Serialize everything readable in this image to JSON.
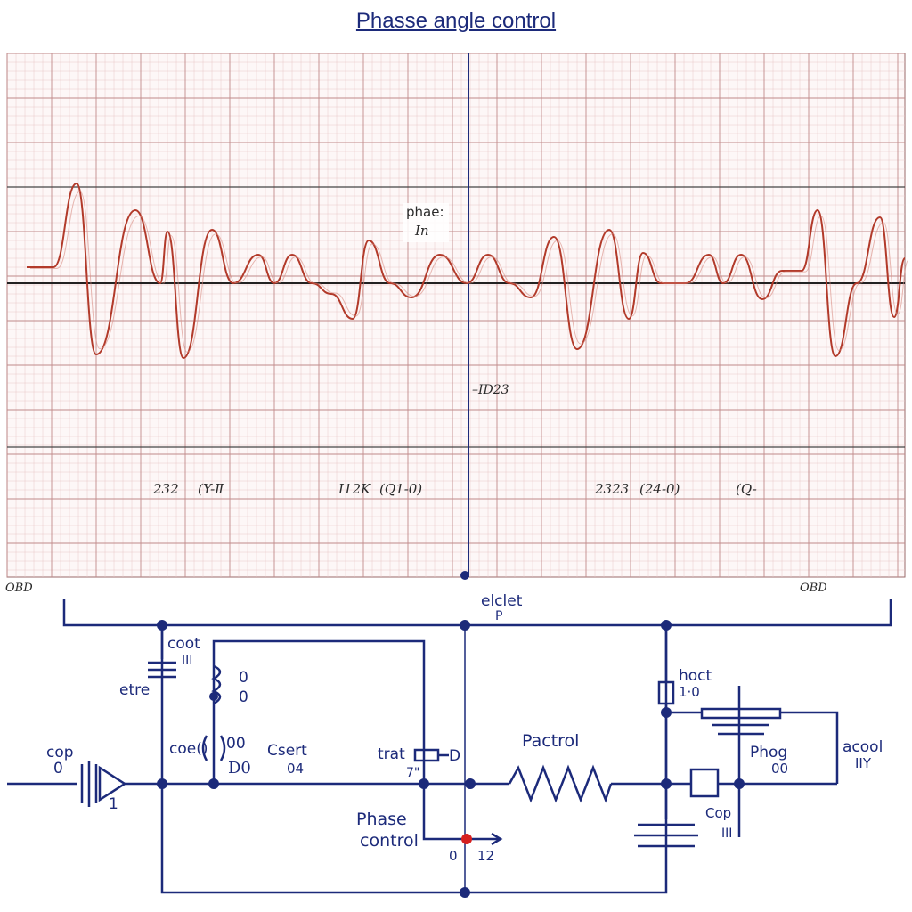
{
  "title": "Phasse angle control",
  "colors": {
    "grid_minor": "#e8c8c8",
    "grid_major": "#c08a8a",
    "waveform": "#b23a2a",
    "wire": "#1c2a7a",
    "node": "#1c2a7a",
    "marker": "#d62020"
  },
  "scope": {
    "center_label": {
      "line1": "phae:",
      "line2": "In"
    },
    "cursor_label": "–ID23",
    "readouts": [
      "232",
      "(Y-Ⅱ",
      "I12K",
      "(Q1-0)",
      "2323",
      "(24-0)",
      "(Q-"
    ],
    "corner_labels": [
      "OBD",
      "OBD"
    ]
  },
  "circuit": {
    "top_label": {
      "line1": "elclet",
      "line2": "P"
    },
    "cap1_label": {
      "line1": "coot",
      "line2": "III"
    },
    "etre": "etre",
    "coil_label": {
      "line1": "0",
      "line2": "0"
    },
    "input_label": {
      "line1": "cop",
      "line2": "0"
    },
    "input_num": "1",
    "coe_label": "coe()",
    "coe_num": "00",
    "d0_label": "D0",
    "csert_label": {
      "line1": "Csert",
      "line2": "04"
    },
    "trat_label": {
      "line1": "trat",
      "line2": "7\""
    },
    "d_label": "D",
    "phase_label": {
      "line1": "Phase",
      "line2": "control"
    },
    "out_labels": [
      "0",
      "12"
    ],
    "resistor_label": "Pactrol",
    "hoct_label": {
      "line1": "hoct",
      "line2": "1·0"
    },
    "phog_label": {
      "line1": "Phog",
      "line2": "00"
    },
    "acool_label": {
      "line1": "acool",
      "line2": "IIY"
    },
    "cop_label": {
      "line1": "Cop",
      "line2": "III"
    }
  }
}
